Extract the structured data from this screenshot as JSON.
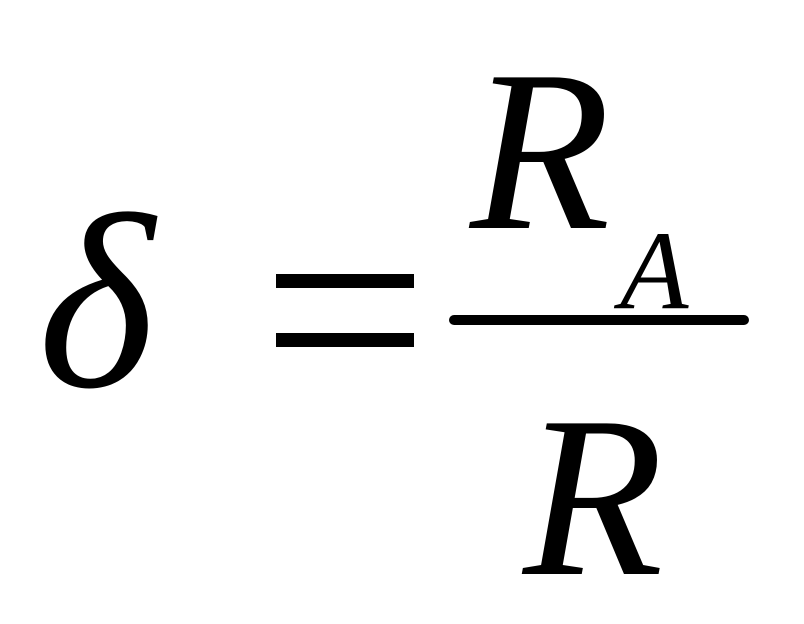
{
  "formula": {
    "lhs": "δ",
    "operator": "=",
    "numerator": {
      "symbol": "R",
      "subscript": "A"
    },
    "denominator": "R"
  }
}
